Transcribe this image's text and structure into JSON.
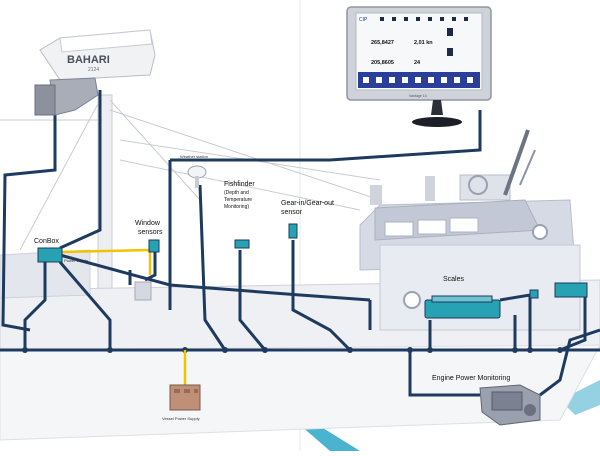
{
  "antenna": {
    "brand": "BAHARI",
    "model": "2124"
  },
  "display": {
    "brand": "CIP",
    "model": "Vantage 10",
    "values": [
      "265,8427",
      "2,01 kn",
      "205,8605",
      "24"
    ]
  },
  "labels": {
    "weather_station": "Weather station",
    "fishfinder_line1": "Fishfinder",
    "fishfinder_line2": "(Depth and",
    "fishfinder_line3": "Temperature",
    "fishfinder_line4": "Monitoring)",
    "gear_line1": "Gear-in/Gear-out",
    "gear_line2": "sensor",
    "winch_line1": "Window",
    "winch_line2": "sensors",
    "conbox": "ConBox",
    "power_supply": "Power supply",
    "scales": "Scales",
    "engine": "Engine Power Monitoring",
    "vessel_power": "Vessel Power Supply"
  },
  "colors": {
    "cable": "#1e3a5f",
    "power_cable": "#f2c300",
    "device": "#27a2b3",
    "hull": "#d9dde6",
    "water": "#2aa6c7"
  }
}
